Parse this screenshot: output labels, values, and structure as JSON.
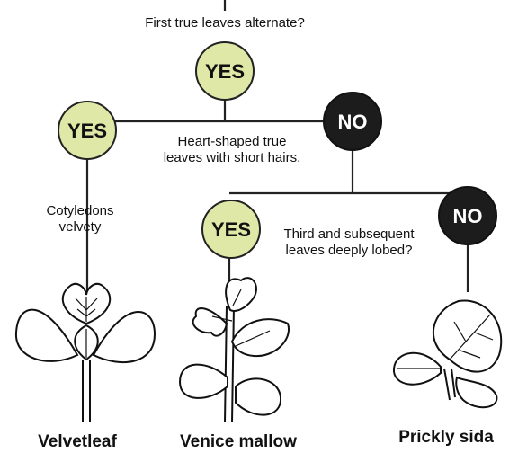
{
  "questions": {
    "q1": "First true leaves alternate?",
    "q2_line1": "Heart-shaped true",
    "q2_line2": "leaves with short hairs.",
    "q3_line1": "Cotyledons",
    "q3_line2": "velvety",
    "q4_line1": "Third and subsequent",
    "q4_line2": "leaves deeply lobed?"
  },
  "nodes": {
    "yes_label": "YES",
    "no_label": "NO"
  },
  "species": {
    "velvetleaf": "Velvetleaf",
    "venice_mallow": "Venice mallow",
    "prickly_sida": "Prickly sida"
  },
  "colors": {
    "yes_fill": "#dfe8a6",
    "no_fill": "#1c1c1c"
  }
}
